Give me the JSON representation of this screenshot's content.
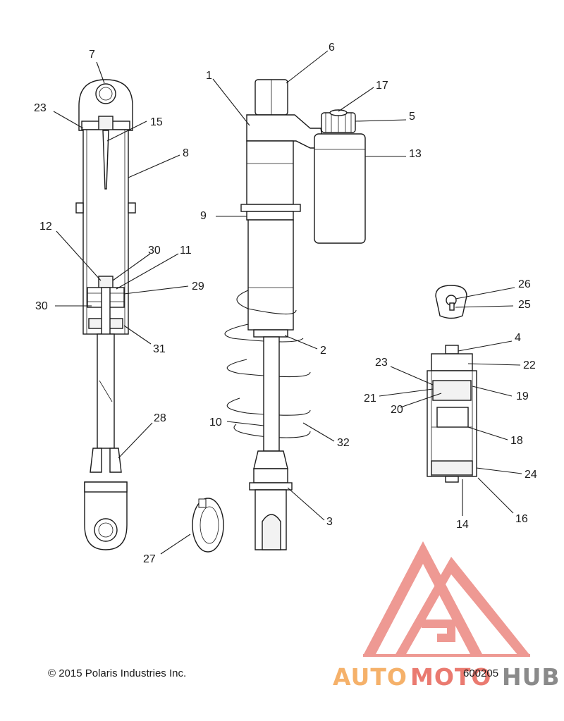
{
  "diagram": {
    "callouts": [
      {
        "id": "c7",
        "text": "7"
      },
      {
        "id": "c23a",
        "text": "23"
      },
      {
        "id": "c15",
        "text": "15"
      },
      {
        "id": "c8",
        "text": "8"
      },
      {
        "id": "c12",
        "text": "12"
      },
      {
        "id": "c30a",
        "text": "30"
      },
      {
        "id": "c11",
        "text": "11"
      },
      {
        "id": "c29",
        "text": "29"
      },
      {
        "id": "c30b",
        "text": "30"
      },
      {
        "id": "c31",
        "text": "31"
      },
      {
        "id": "c28",
        "text": "28"
      },
      {
        "id": "c27",
        "text": "27"
      },
      {
        "id": "c1",
        "text": "1"
      },
      {
        "id": "c6",
        "text": "6"
      },
      {
        "id": "c17",
        "text": "17"
      },
      {
        "id": "c5",
        "text": "5"
      },
      {
        "id": "c13",
        "text": "13"
      },
      {
        "id": "c9",
        "text": "9"
      },
      {
        "id": "c2",
        "text": "2"
      },
      {
        "id": "c10",
        "text": "10"
      },
      {
        "id": "c32",
        "text": "32"
      },
      {
        "id": "c3",
        "text": "3"
      },
      {
        "id": "c26",
        "text": "26"
      },
      {
        "id": "c25",
        "text": "25"
      },
      {
        "id": "c4",
        "text": "4"
      },
      {
        "id": "c23b",
        "text": "23"
      },
      {
        "id": "c22",
        "text": "22"
      },
      {
        "id": "c21",
        "text": "21"
      },
      {
        "id": "c19",
        "text": "19"
      },
      {
        "id": "c20",
        "text": "20"
      },
      {
        "id": "c18",
        "text": "18"
      },
      {
        "id": "c24",
        "text": "24"
      },
      {
        "id": "c14",
        "text": "14"
      },
      {
        "id": "c16",
        "text": "16"
      }
    ]
  },
  "footer": {
    "copyright": "© 2015 Polaris Industries Inc.",
    "figure_number": "600205"
  },
  "watermark": {
    "part1": "AUTO",
    "part2": "MOTO",
    "part3": "HUB",
    "color_orange": "#f5b16a",
    "color_red": "#e8584f",
    "color_grey": "#8a8a8a"
  }
}
